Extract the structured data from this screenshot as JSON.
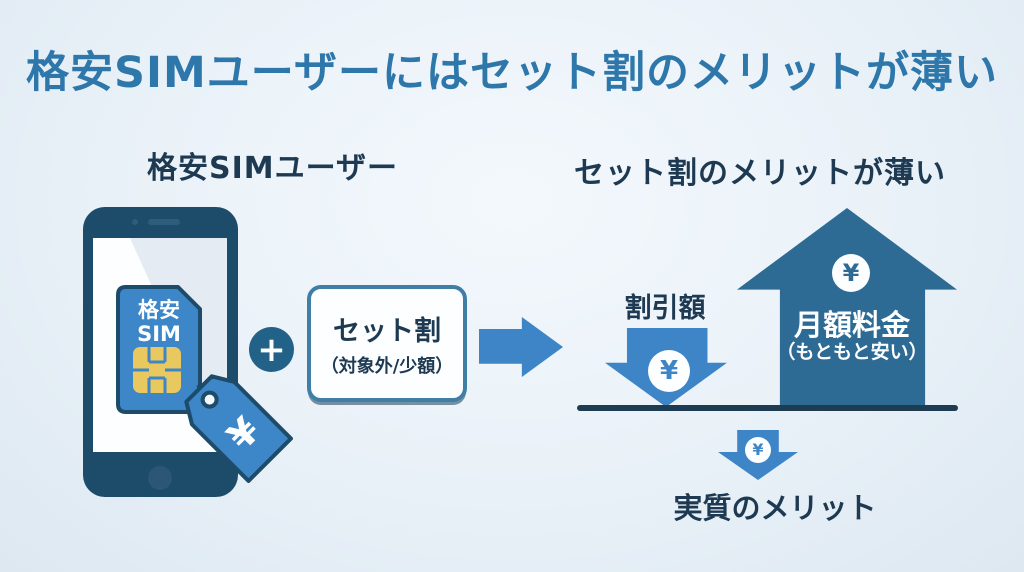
{
  "title": "格安SIMユーザーにはセット割のメリットが薄い",
  "left": {
    "heading": "格安SIMユーザー",
    "sim_line1": "格安",
    "sim_line2": "SIM",
    "tag_yen": "¥"
  },
  "plus": "+",
  "box": {
    "line1": "セット割",
    "line2": "（対象外/少額）"
  },
  "right": {
    "heading": "セット割のメリットが薄い",
    "discount_label": "割引額",
    "discount_yen": "¥",
    "monthly_label": "月額料金",
    "monthly_sub": "（もともと安い）",
    "monthly_yen": "¥",
    "merit_yen": "¥",
    "merit_label": "実質のメリット"
  },
  "colors": {
    "title_blue": "#2e77ab",
    "dark_navy_text": "#1e3a52",
    "phone_navy": "#1d4b6a",
    "bright_blue": "#3d85c6",
    "steel_blue_arrow": "#2d6a94",
    "plus_teal": "#236288",
    "chip_gold": "#eac860",
    "box_border": "#3f7fa6",
    "baseline": "#1d3c52"
  }
}
